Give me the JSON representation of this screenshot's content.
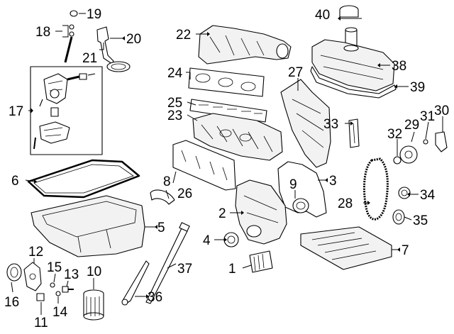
{
  "callouts": [
    {
      "id": "c1",
      "label": "1"
    },
    {
      "id": "c2",
      "label": "2"
    },
    {
      "id": "c3",
      "label": "3"
    },
    {
      "id": "c4",
      "label": "4"
    },
    {
      "id": "c5",
      "label": "5"
    },
    {
      "id": "c6",
      "label": "6"
    },
    {
      "id": "c7",
      "label": "7"
    },
    {
      "id": "c8",
      "label": "8"
    },
    {
      "id": "c9",
      "label": "9"
    },
    {
      "id": "c10",
      "label": "10"
    },
    {
      "id": "c11",
      "label": "11"
    },
    {
      "id": "c12",
      "label": "12"
    },
    {
      "id": "c13",
      "label": "13"
    },
    {
      "id": "c14",
      "label": "14"
    },
    {
      "id": "c15",
      "label": "15"
    },
    {
      "id": "c16",
      "label": "16"
    },
    {
      "id": "c17",
      "label": "17"
    },
    {
      "id": "c18",
      "label": "18"
    },
    {
      "id": "c19",
      "label": "19"
    },
    {
      "id": "c20",
      "label": "20"
    },
    {
      "id": "c21",
      "label": "21"
    },
    {
      "id": "c22",
      "label": "22"
    },
    {
      "id": "c23",
      "label": "23"
    },
    {
      "id": "c24",
      "label": "24"
    },
    {
      "id": "c25",
      "label": "25"
    },
    {
      "id": "c26",
      "label": "26"
    },
    {
      "id": "c27",
      "label": "27"
    },
    {
      "id": "c28",
      "label": "28"
    },
    {
      "id": "c29",
      "label": "29"
    },
    {
      "id": "c30",
      "label": "30"
    },
    {
      "id": "c31",
      "label": "31"
    },
    {
      "id": "c32",
      "label": "32"
    },
    {
      "id": "c33",
      "label": "33"
    },
    {
      "id": "c34",
      "label": "34"
    },
    {
      "id": "c35",
      "label": "35"
    },
    {
      "id": "c36",
      "label": "36"
    },
    {
      "id": "c37",
      "label": "37"
    },
    {
      "id": "c38",
      "label": "38"
    },
    {
      "id": "c39",
      "label": "39"
    },
    {
      "id": "c40",
      "label": "40"
    }
  ],
  "colors": {
    "line": "#000000",
    "background": "#ffffff",
    "shade": "#f2f2f2"
  }
}
